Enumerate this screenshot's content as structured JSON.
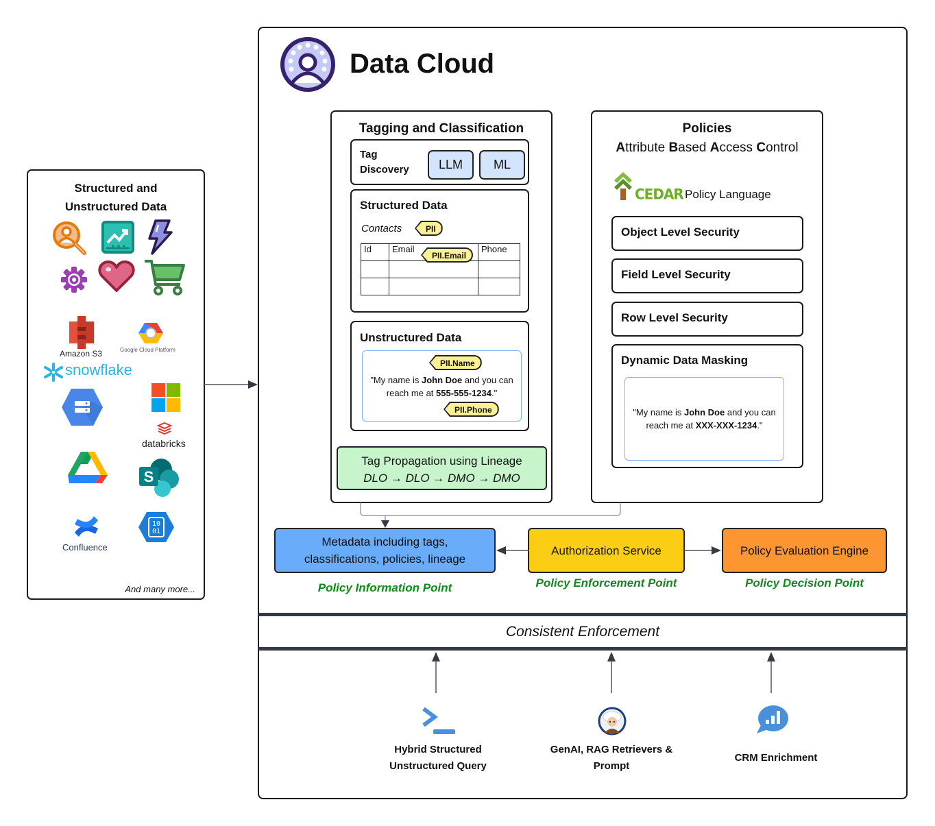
{
  "sources": {
    "title_line1": "Structured and",
    "title_line2": "Unstructured Data",
    "icons": [
      "search-person-icon",
      "analytics-chart-icon",
      "lightning-icon",
      "gear-icon",
      "heart-icon",
      "shopping-cart-icon"
    ],
    "logos": [
      {
        "name": "amazon-s3",
        "label": "Amazon S3"
      },
      {
        "name": "google-cloud-platform",
        "label": "Google Cloud Platform"
      },
      {
        "name": "snowflake",
        "label": "snowflake"
      },
      {
        "name": "google-bigquery",
        "label": ""
      },
      {
        "name": "microsoft",
        "label": ""
      },
      {
        "name": "databricks",
        "label": "databricks"
      },
      {
        "name": "google-drive",
        "label": ""
      },
      {
        "name": "sharepoint",
        "label": "S"
      },
      {
        "name": "confluence",
        "label": "Confluence"
      },
      {
        "name": "azure-blob",
        "label": "10\n01"
      }
    ],
    "more": "And many more..."
  },
  "main": {
    "title": "Data Cloud",
    "tagging": {
      "title": "Tagging and Classification",
      "discovery_line1": "Tag",
      "discovery_line2": "Discovery",
      "methods": [
        "LLM",
        "ML"
      ],
      "structured": {
        "title": "Structured Data",
        "entity": "Contacts",
        "entity_tag": "PII",
        "columns": [
          "Id",
          "Email",
          "Phone"
        ],
        "column_tag": "PII.Email",
        "rows": [
          [
            "",
            "",
            ""
          ],
          [
            "",
            "",
            ""
          ]
        ]
      },
      "unstructured": {
        "title": "Unstructured Data",
        "name_tag": "PII.Name",
        "text_pre": "\"My name is ",
        "text_name": "John Doe",
        "text_mid": " and you can reach me at ",
        "text_phone": "555-555-1234",
        "text_post": ".\"",
        "phone_tag": "PII.Phone"
      },
      "lineage_line1": "Tag Propagation using Lineage",
      "lineage_line2": "DLO → DLO → DMO → DMO"
    },
    "policies": {
      "title": "Policies",
      "abac": [
        {
          "b": "A",
          "r": "ttribute "
        },
        {
          "b": "B",
          "r": "ased "
        },
        {
          "b": "A",
          "r": "ccess "
        },
        {
          "b": "C",
          "r": "ontrol"
        }
      ],
      "cedar": "CEDAR",
      "cedar_suffix": "Policy Language",
      "items": [
        "Object Level Security",
        "Field Level Security",
        "Row Level Security"
      ],
      "masking": {
        "title": "Dynamic Data Masking",
        "text_pre": "\"My name is ",
        "text_name": "John Doe",
        "text_mid": " and you can reach me at ",
        "text_phone": "XXX-XXX-1234",
        "text_post": ".\""
      }
    },
    "services": {
      "pip": {
        "text": "Metadata including tags, classifications, policies, lineage",
        "label": "Policy Information Point",
        "color": "#68acfa"
      },
      "pep": {
        "text": "Authorization Service",
        "label": "Policy Enforcement Point",
        "color": "#fbcd14"
      },
      "pdp": {
        "text": "Policy Evaluation Engine",
        "label": "Policy Decision Point",
        "color": "#fd9531"
      }
    },
    "enforcement": "Consistent Enforcement",
    "consumers": [
      {
        "icon": "terminal-icon",
        "line1": "Hybrid Structured",
        "line2": "Unstructured Query"
      },
      {
        "icon": "einstein-avatar-icon",
        "line1": "GenAI, RAG Retrievers &",
        "line2": "Prompt"
      },
      {
        "icon": "chat-analytics-icon",
        "line1": "CRM Enrichment",
        "line2": ""
      }
    ]
  },
  "colors": {
    "label_green": "#108a1c",
    "lineage_green": "#c7f4cb",
    "tag_yellow": "#fcf095",
    "method_blue": "#d3e5fd",
    "logo_purple": "#3a2a79"
  }
}
